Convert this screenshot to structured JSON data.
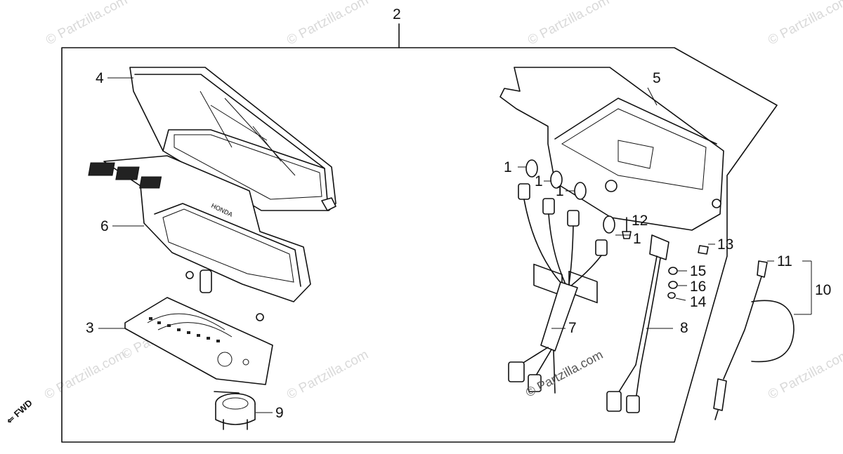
{
  "watermarks": [
    "© Partzilla.com",
    "© Partzilla.com",
    "© Partzilla.com",
    "© Partzilla.com",
    "© Partzilla.com",
    "© Partzilla.com",
    "© Partzilla.com",
    "© Partzilla.com"
  ],
  "callouts": {
    "c2": "2",
    "c4": "4",
    "c5": "5",
    "c6": "6",
    "c3": "3",
    "c9": "9",
    "c1a": "1",
    "c1b": "1",
    "c1c": "1",
    "c1d": "1",
    "c12": "12",
    "c13": "13",
    "c15": "15",
    "c16": "16",
    "c14": "14",
    "c7": "7",
    "c8": "8",
    "c11": "11",
    "c10": "10"
  },
  "fwd_label": "FWD",
  "center_watermark": "© Partzilla.com",
  "brand_on_bezel": "HONDA"
}
